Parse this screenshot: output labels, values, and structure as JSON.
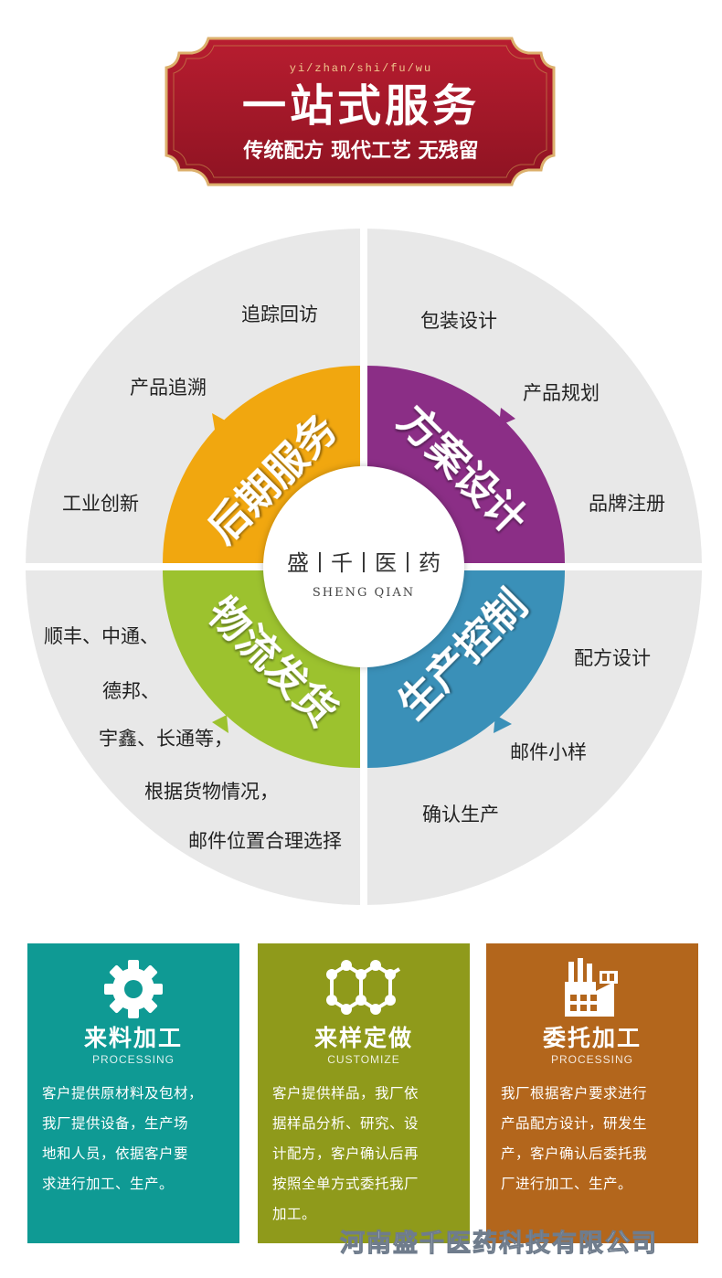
{
  "banner": {
    "pinyin": "yi/zhan/shi/fu/wu",
    "title": "一站式服务",
    "subtitle": "传统配方 现代工艺 无残留",
    "colors": {
      "bg": "#a8192a",
      "border": "#dcb06c"
    }
  },
  "wheel": {
    "center": {
      "brand": "盛丨千丨医丨药",
      "sub": "SHENG QIAN"
    },
    "segments": [
      {
        "label": "后期服务",
        "color": "#f1a70f",
        "items": [
          "追踪回访",
          "产品追溯",
          "工业创新"
        ]
      },
      {
        "label": "方案设计",
        "color": "#8b2e86",
        "items": [
          "包装设计",
          "产品规划",
          "品牌注册"
        ]
      },
      {
        "label": "物流发货",
        "color": "#9cc22e",
        "items": [
          "顺丰、中通、",
          "德邦、",
          "宇鑫、长通等，",
          "根据货物情况，",
          "邮件位置合理选择"
        ]
      },
      {
        "label": "生产控制",
        "color": "#3a90b8",
        "items": [
          "配方设计",
          "邮件小样",
          "确认生产"
        ]
      }
    ]
  },
  "cards": [
    {
      "icon": "gear-icon",
      "title": "来料加工",
      "subtitle": "PROCESSING",
      "color": "#0f9a94",
      "lines": [
        "客户提供原材料及包材，",
        "我厂提供设备，生产场",
        "地和人员，依据客户要",
        "求进行加工、生产。"
      ]
    },
    {
      "icon": "molecule-icon",
      "title": "来样定做",
      "subtitle": "CUSTOMIZE",
      "color": "#8f9a1b",
      "lines": [
        "客户提供样品，我厂依",
        "据样品分析、研究、设",
        "计配方，客户确认后再",
        "按照全单方式委托我厂",
        "加工。"
      ]
    },
    {
      "icon": "factory-icon",
      "title": "委托加工",
      "subtitle": "PROCESSING",
      "color": "#b3661c",
      "lines": [
        "我厂根据客户要求进行",
        "产品配方设计，研发生",
        "产，客户确认后委托我",
        "厂进行加工、生产。"
      ]
    }
  ],
  "watermark": "河南盛千医药科技有限公司"
}
